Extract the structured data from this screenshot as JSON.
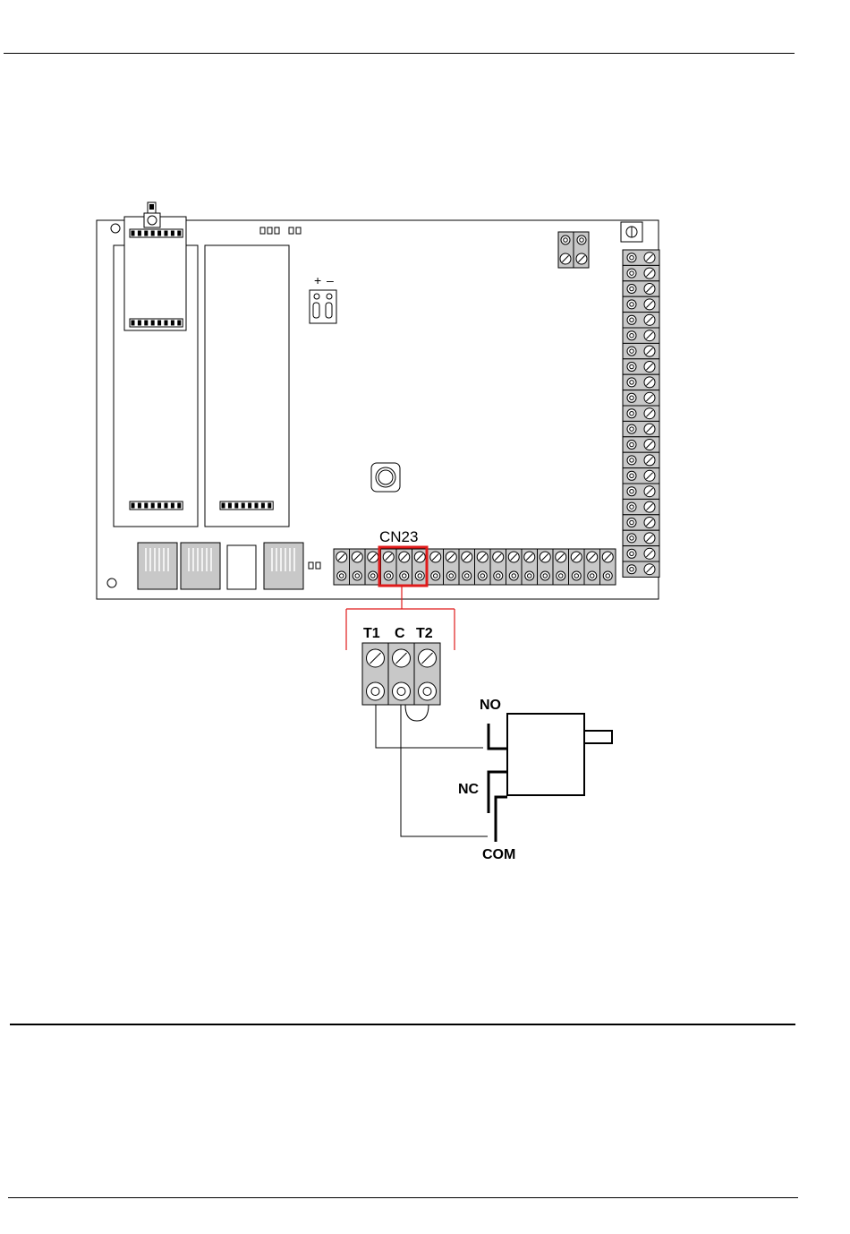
{
  "connector": {
    "label": "CN23",
    "terminals": [
      "T1",
      "C",
      "T2"
    ]
  },
  "power": {
    "plus": "+",
    "minus": "–"
  },
  "relay": {
    "no_label": "NO",
    "nc_label": "NC",
    "com_label": "COM"
  },
  "colors": {
    "highlight": "#e01a1a",
    "board_gray": "#c8c8c8",
    "line": "#000000"
  },
  "icons": [
    "screw-terminal-icon",
    "jumper-icon",
    "button-icon",
    "rj45-port-icon"
  ]
}
